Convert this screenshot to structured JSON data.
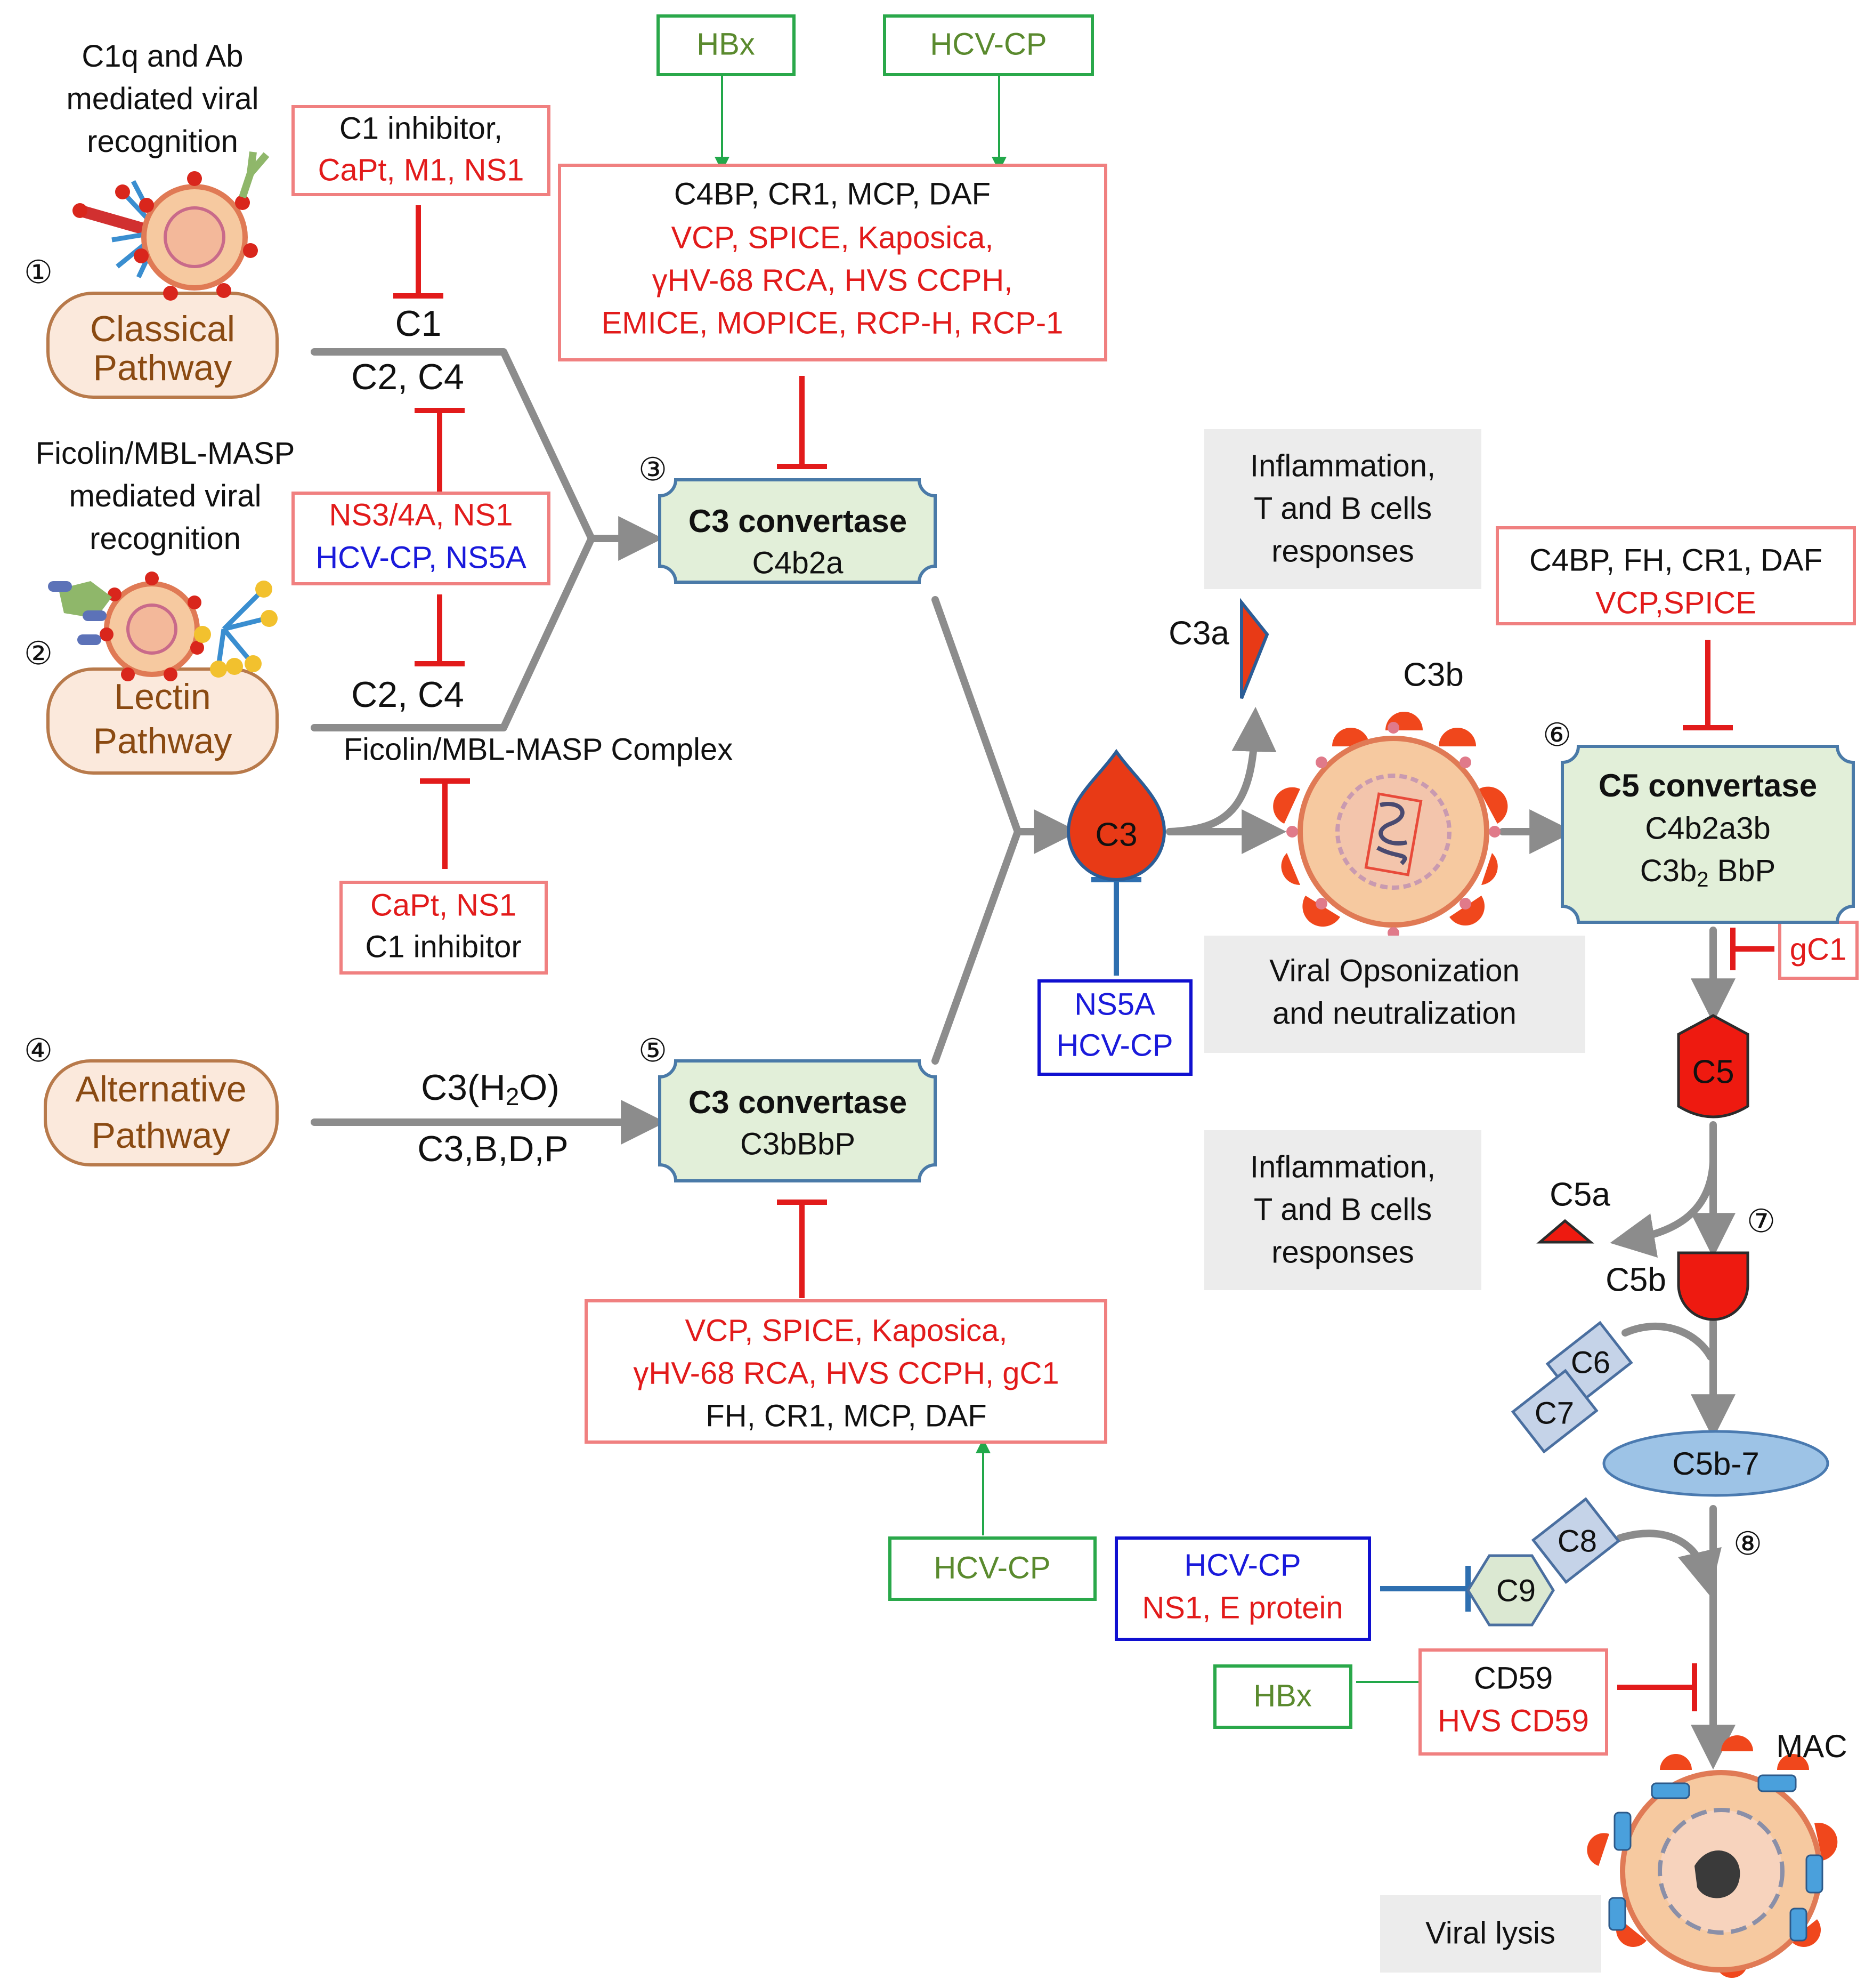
{
  "pathways": {
    "classical": {
      "num": "①",
      "line1": "Classical",
      "line2": "Pathway",
      "caption": [
        "C1q and Ab",
        "mediated viral",
        "recognition"
      ]
    },
    "lectin": {
      "num": "②",
      "line1": "Lectin",
      "line2": "Pathway",
      "caption": [
        "Ficolin/MBL-MASP",
        "mediated viral",
        "recognition"
      ]
    },
    "alternative": {
      "num": "④",
      "line1": "Alternative",
      "line2": "Pathway"
    }
  },
  "labels": {
    "c1": "C1",
    "c2c4_top": "C2, C4",
    "c2c4_bottom": "C2, C4",
    "ficolin_complex": "Ficolin/MBL-MASP Complex",
    "c3h2o_main": "C3(H",
    "c3h2o_sub": "2",
    "c3h2o_end": "O)",
    "c3bdp": "C3,B,D,P"
  },
  "inhibitor_boxes": {
    "c1_inhibitor": {
      "black": "C1 inhibitor,",
      "red": "CaPt, M1, NS1"
    },
    "ns3": {
      "red": "NS3/4A, NS1",
      "blue": "HCV-CP, NS5A"
    },
    "capt_ns1": {
      "red": "CaPt, NS1",
      "black": "C1 inhibitor"
    },
    "c4bp_top": {
      "black": "C4BP, CR1, MCP, DAF",
      "red": [
        "VCP, SPICE, Kaposica,",
        "γHV-68 RCA, HVS CCPH,",
        "EMICE, MOPICE, RCP-H, RCP-1"
      ]
    },
    "vcp_bottom": {
      "red": [
        "VCP, SPICE, Kaposica,",
        "γHV-68 RCA, HVS CCPH, gC1"
      ],
      "black": "FH, CR1, MCP, DAF"
    },
    "c4bp_right": {
      "black": "C4BP, FH, CR1, DAF",
      "red": "VCP,SPICE"
    },
    "gc1": "gC1",
    "cd59": {
      "black": "CD59",
      "red": "HVS CD59"
    }
  },
  "activator_boxes": {
    "hbx_top": "HBx",
    "hcvcp_top": "HCV-CP",
    "hcvcp_bottom": "HCV-CP",
    "hbx_bottom": "HBx"
  },
  "blue_boxes": {
    "ns5a": [
      "NS5A",
      "HCV-CP"
    ],
    "c9_inh": {
      "blue": "HCV-CP",
      "red": "NS1, E protein"
    }
  },
  "convertases": {
    "c3_classical": {
      "num": "③",
      "title": "C3 convertase",
      "sub": "C4b2a"
    },
    "c3_alternative": {
      "num": "⑤",
      "title": "C3 convertase",
      "sub": "C3bBbP"
    },
    "c5": {
      "num": "⑥",
      "title": "C5 convertase",
      "sub1": "C4b2a3b",
      "sub2_main": "C3b",
      "sub2_sub": "2",
      "sub2_end": " BbP"
    }
  },
  "molecules": {
    "c3": "C3",
    "c3a": "C3a",
    "c3b": "C3b",
    "c5": "C5",
    "c5a": "C5a",
    "c5b": "C5b",
    "c6": "C6",
    "c7": "C7",
    "c5b7": "C5b-7",
    "c8": "C8",
    "c9": "C9",
    "mac": "MAC"
  },
  "step_numbers": {
    "seven": "⑦",
    "eight": "⑧"
  },
  "outcomes": {
    "inflammation_top": [
      "Inflammation,",
      "T and B cells",
      "responses"
    ],
    "inflammation_mid": [
      "Inflammation,",
      "T and B cells",
      "responses"
    ],
    "opsonization": [
      "Viral Opsonization",
      "and neutralization"
    ],
    "lysis": "Viral lysis"
  },
  "colors": {
    "inhibit_red": "#e21b1b",
    "inhibit_blue": "#2e6fb0",
    "activate_green": "#22a84a",
    "flow_gray": "#8c8c8c",
    "convertase_fill": "#e2efd9",
    "pathway_fill": "#fbe9dc",
    "outcome_bg": "#ececec",
    "box_red": "#f08080",
    "box_green": "#2aa84a",
    "box_blue": "#1010d0"
  }
}
